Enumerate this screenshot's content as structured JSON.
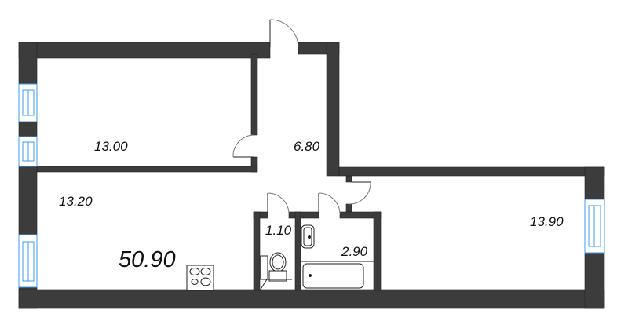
{
  "plan": {
    "total_area": "50.90",
    "rooms": [
      {
        "id": "bedroom",
        "area": "13.00"
      },
      {
        "id": "corridor",
        "area": "6.80"
      },
      {
        "id": "living-kitchen",
        "area": "13.20"
      },
      {
        "id": "wc",
        "area": "1.10"
      },
      {
        "id": "bathroom",
        "area": "2.90"
      },
      {
        "id": "bedroom-right",
        "area": "13.90"
      }
    ]
  },
  "colors": {
    "wall": "#3c3c3c",
    "window": "#3d9bf0",
    "background": "#ffffff",
    "fixture_line": "#222222"
  }
}
